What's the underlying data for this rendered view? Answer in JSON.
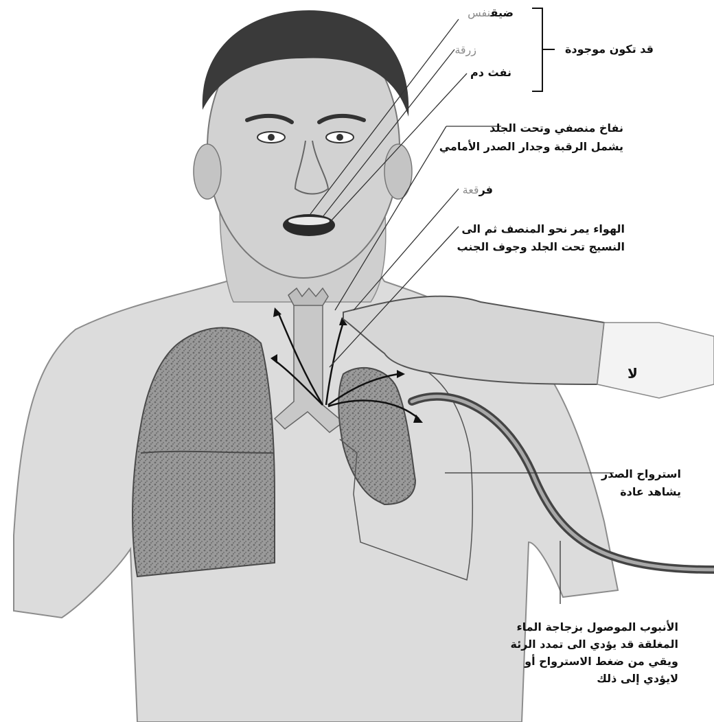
{
  "labels": {
    "dyspnea_bold": "ضيق",
    "dyspnea_gray": "نفس",
    "cyanosis": "زرقة",
    "hemoptysis": "نفث دم",
    "may_be_present": "قد تكون موجودة",
    "emphysema_line1": "نفاخ منصفي وتحت الجلد",
    "emphysema_line2": "يشمل الرقبة وجدار الصدر الأمامي",
    "crepitus_bold": "فر",
    "crepitus_gray": "قعة",
    "air_line1": "الهواء يمر نحو المنصف ثم الى",
    "air_line2": "النسيج تحت الجلد وجوف الجنب",
    "ptx_line1": "استرواح الصدر",
    "ptx_line2": "يشاهد عادة",
    "tube_line1": "الأنبوب الموصول بزجاجة الماء",
    "tube_line2": "المغلقة قد يؤدي الى تمدد الرئة",
    "tube_line3": "ويقي من ضغط الاسترواح أو",
    "tube_line4": "لايؤدي إلى ذلك",
    "side_mark": "ﻻ"
  },
  "colors": {
    "ink": "#111111",
    "gray_text": "#8a8a8a",
    "skin": "#d9d9d9",
    "lung": "#8f8f8f",
    "hair": "#3a3a3a"
  }
}
